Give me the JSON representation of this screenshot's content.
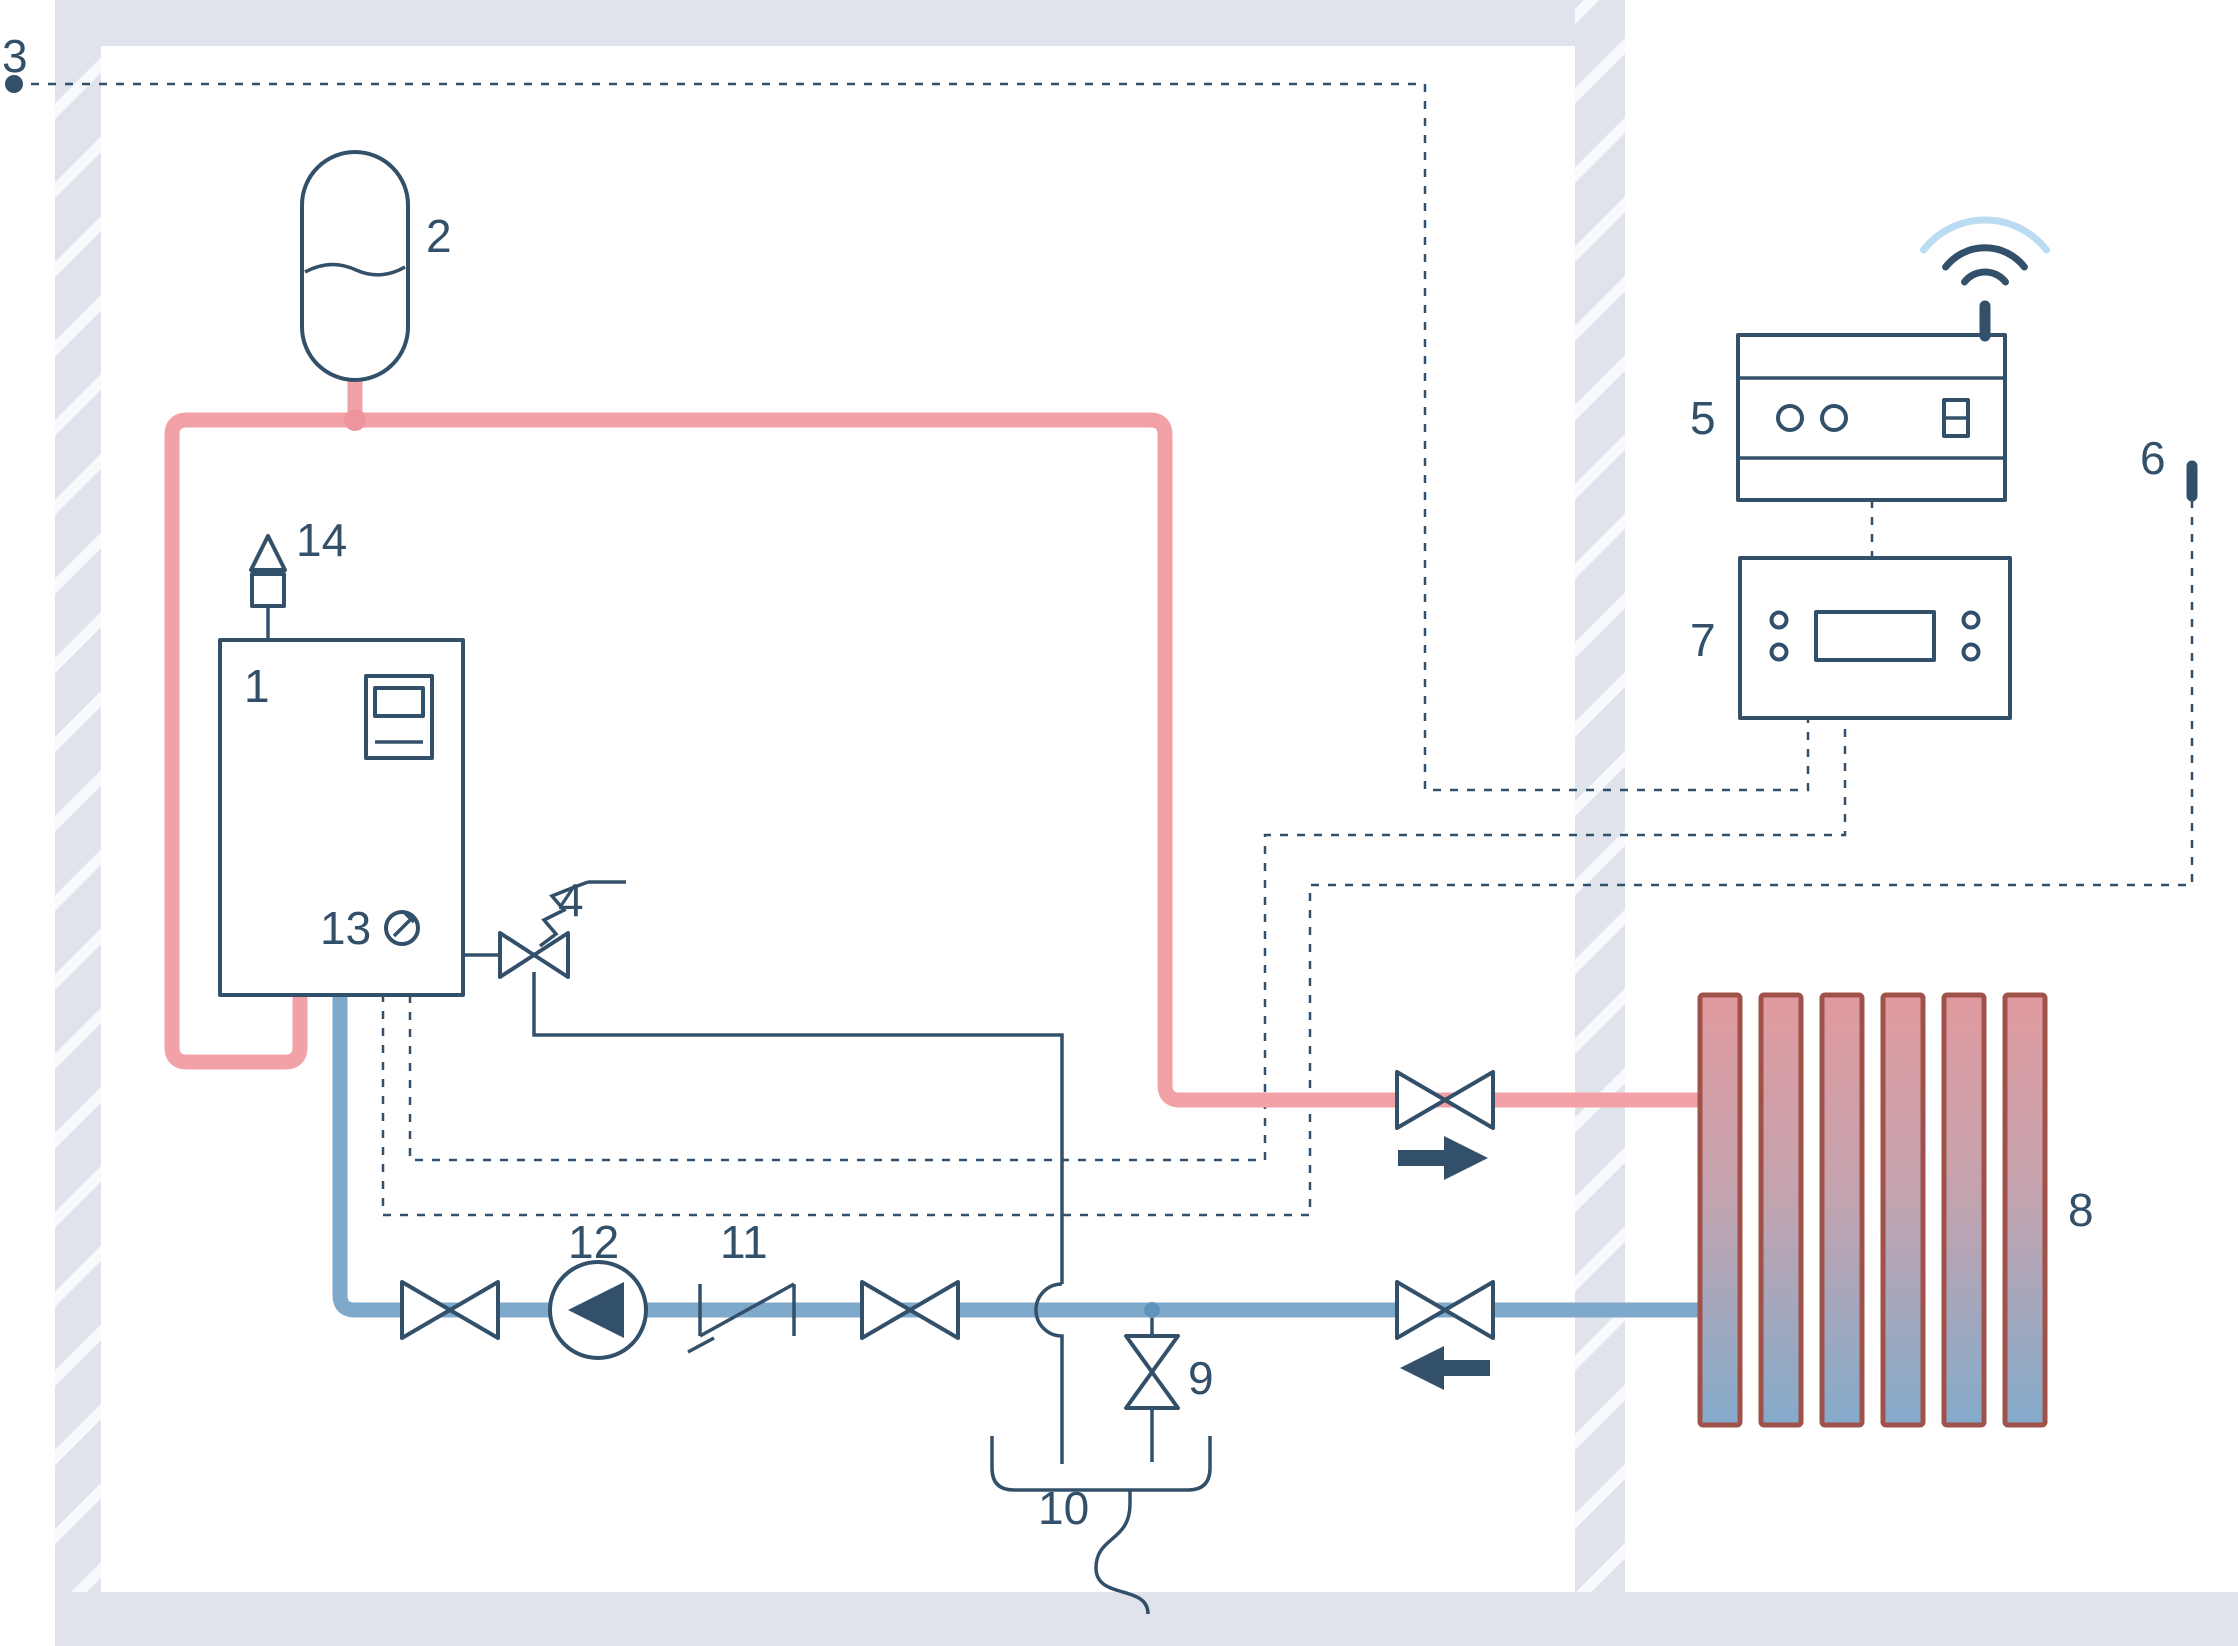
{
  "components": {
    "boiler": {
      "label": "1"
    },
    "expansion_vessel": {
      "label": "2"
    },
    "outdoor_sensor": {
      "label": "3"
    },
    "safety_valve": {
      "label": "4"
    },
    "wireless_gateway": {
      "label": "5"
    },
    "remote_sensor": {
      "label": "6"
    },
    "room_controller": {
      "label": "7"
    },
    "radiator": {
      "label": "8"
    },
    "drain_valve": {
      "label": "9"
    },
    "drain_funnel": {
      "label": "10"
    },
    "check_valve": {
      "label": "11"
    },
    "circulation_pump": {
      "label": "12"
    },
    "pressure_gauge": {
      "label": "13"
    },
    "air_vent": {
      "label": "14"
    }
  },
  "colors": {
    "line": "#33506a",
    "supply_pipe": "#f2a2a7",
    "return_pipe": "#7fa9cb",
    "wall": "#e0e3ec",
    "radiator_frame": "#a0524a",
    "wifi_accent": "#badcf2"
  }
}
